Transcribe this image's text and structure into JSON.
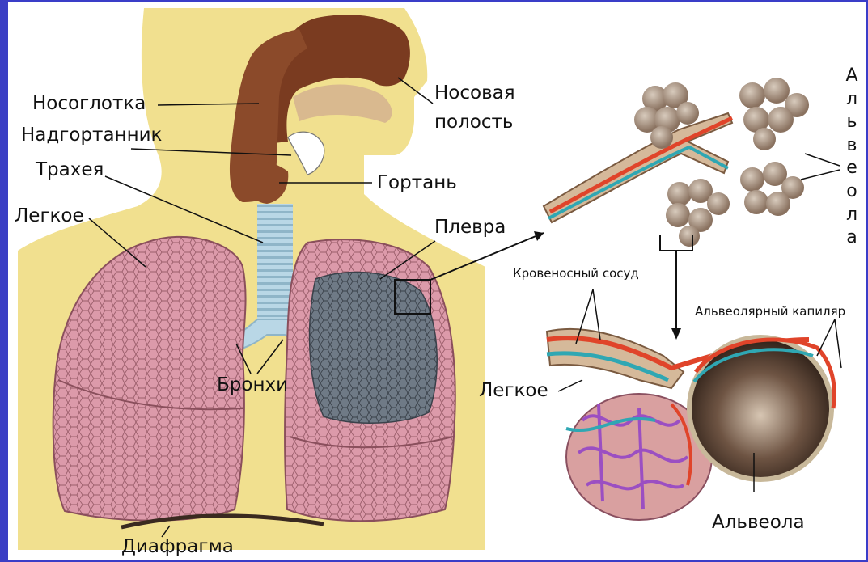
{
  "labels": {
    "nasopharynx": "Носоглотка",
    "nasal_cavity_1": "Носовая",
    "nasal_cavity_2": "полость",
    "epiglottis": "Надгортанник",
    "trachea": "Трахея",
    "larynx": "Гортань",
    "lung_left": "Легкое",
    "pleura": "Плевра",
    "bronchi": "Бронхи",
    "diaphragm": "Диафрагма",
    "blood_vessel": "Кровеносный сосуд",
    "alveolar_capillary": "Альвеолярный капиляр",
    "lung_right": "Легкое",
    "alveolus": "Альвеола",
    "alveoli_vertical": "Альвеола"
  },
  "colors": {
    "skin": "#f1e08f",
    "lung": "#dc9aaa",
    "airway": "#b9d7e6",
    "artery": "#e0442a",
    "vein": "#2fa7b3",
    "alveolus_cluster": "#a99280",
    "frame": "#3a3dc8"
  }
}
